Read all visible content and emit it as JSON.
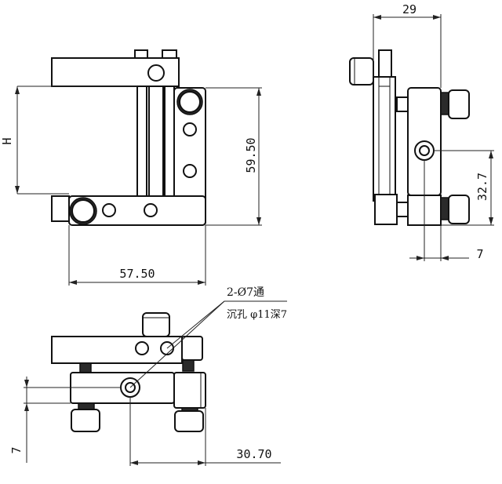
{
  "labels": {
    "dim_h": "H",
    "dim_59_50": "59.50",
    "dim_57_50": "57.50",
    "dim_29": "29",
    "dim_32_7": "32.7",
    "dim_7_right": "7",
    "dim_7_bottom": "7",
    "dim_30_70": "30.70",
    "note_holes": "2-Ø7通",
    "note_counterbore": "沉孔 φ11深7"
  }
}
